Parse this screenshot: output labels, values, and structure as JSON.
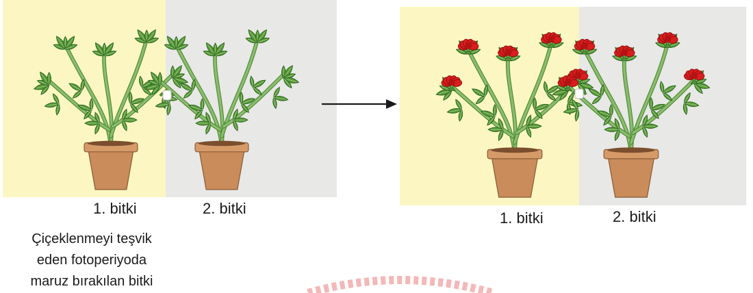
{
  "colors": {
    "light_bg": "#fcf7c2",
    "dark_bg": "#e8e8e6",
    "leaf": "#5a9a3a",
    "leaf_light": "#a6cf86",
    "stem": "#8bbd6e",
    "pot": "#c98c5a",
    "soil": "#7a4e2e",
    "flower": "#d81e1e",
    "connector": "#ffffff"
  },
  "before": {
    "plant1_label": "1. bitki",
    "plant2_label": "2. bitki",
    "caption_lines": [
      "Çiçeklenmeyi teşvik",
      "eden fotoperiyoda",
      "maruz bırakılan bitki"
    ]
  },
  "arrow": {
    "icon": "right-arrow-icon"
  },
  "after": {
    "plant1_label": "1. bitki",
    "plant2_label": "2. bitki"
  },
  "watermark": {
    "icon": "watermark-logo"
  }
}
